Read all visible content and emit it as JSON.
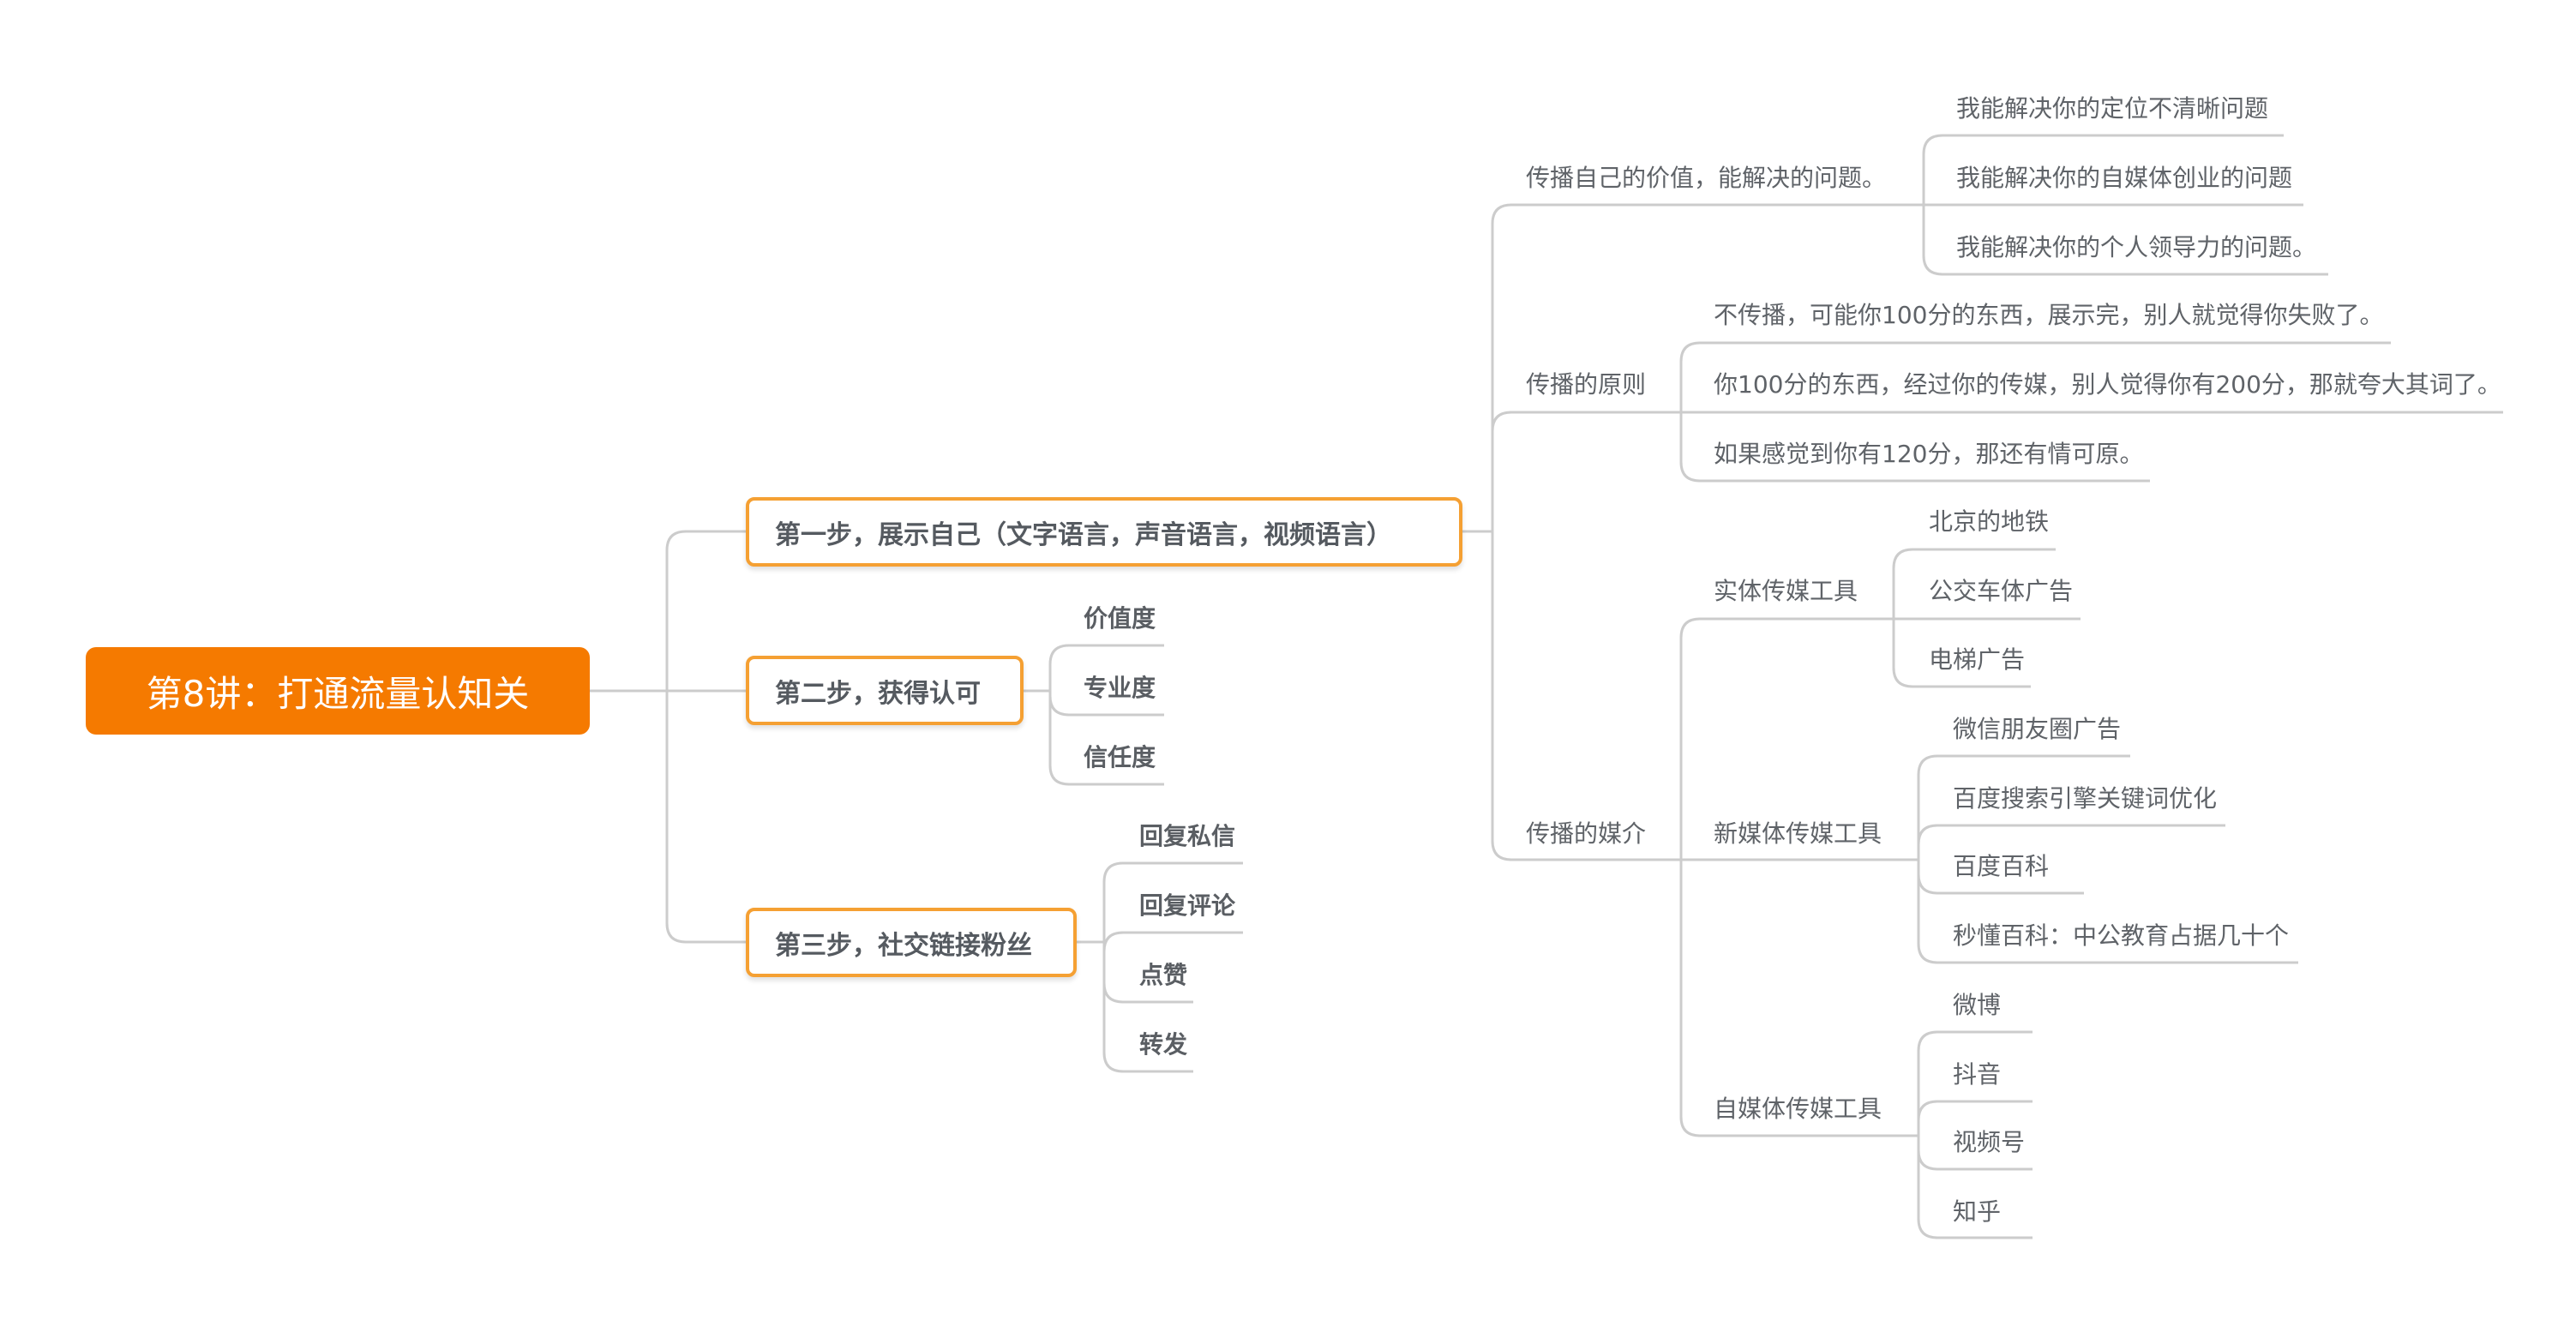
{
  "root": "第8讲：打通流量认知关",
  "step1": {
    "label": "第一步，展示自己（文字语言，声音语言，视频语言）",
    "value": {
      "label": "传播自己的价值，能解决的问题。",
      "children": [
        "我能解决你的定位不清晰问题",
        "我能解决你的自媒体创业的问题",
        "我能解决你的个人领导力的问题。"
      ]
    },
    "principle": {
      "label": "传播的原则",
      "children": [
        "不传播，可能你100分的东西，展示完，别人就觉得你失败了。",
        "你100分的东西，经过你的传媒，别人觉得你有200分，那就夸大其词了。",
        "如果感觉到你有120分，那还有情可原。"
      ]
    },
    "media": {
      "label": "传播的媒介",
      "physical": {
        "label": "实体传媒工具",
        "children": [
          "北京的地铁",
          "公交车体广告",
          "电梯广告"
        ]
      },
      "newmedia": {
        "label": "新媒体传媒工具",
        "children": [
          "微信朋友圈广告",
          "百度搜索引擎关键词优化",
          "百度百科",
          "秒懂百科：中公教育占据几十个"
        ]
      },
      "selfmedia": {
        "label": "自媒体传媒工具",
        "children": [
          "微博",
          "抖音",
          "视频号",
          "知乎"
        ]
      }
    }
  },
  "step2": {
    "label": "第二步，获得认可",
    "children": [
      "价值度",
      "专业度",
      "信任度"
    ]
  },
  "step3": {
    "label": "第三步，社交链接粉丝",
    "children": [
      "回复私信",
      "回复评论",
      "点赞",
      "转发"
    ]
  },
  "colors": {
    "root": "#f57a00",
    "border": "#f5a033",
    "line": "#cccccc"
  }
}
